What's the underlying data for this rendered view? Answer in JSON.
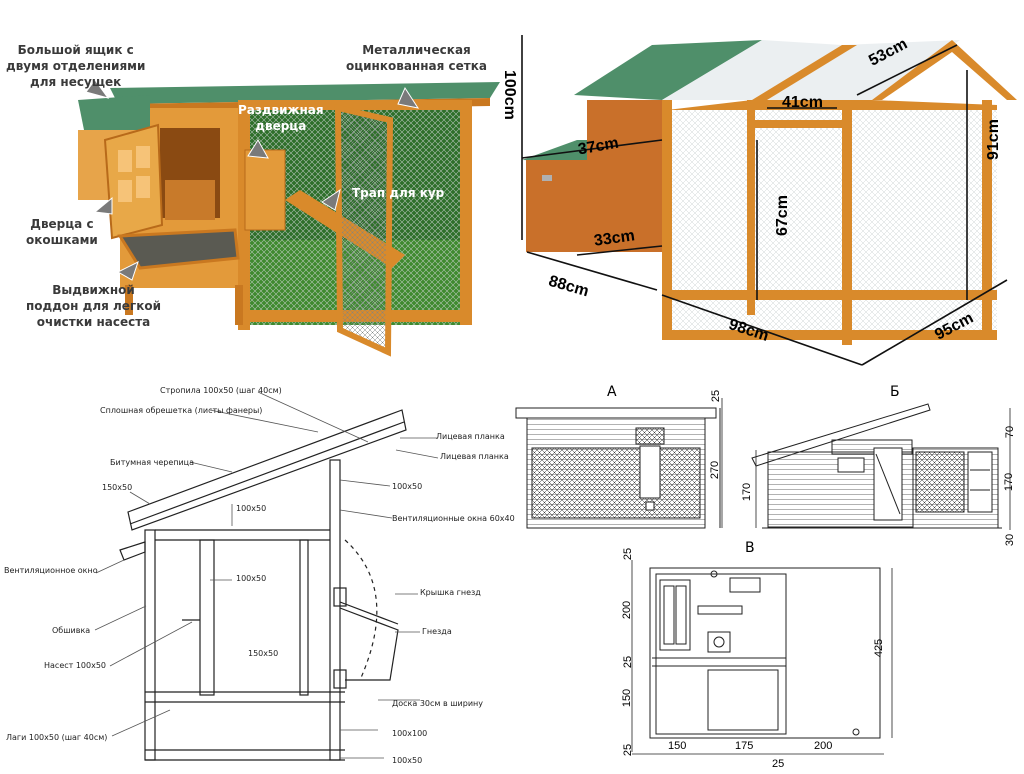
{
  "photo_coop": {
    "labels": {
      "nest_box": [
        "Большой ящик с",
        "двумя отделениями",
        "для несущек"
      ],
      "mesh": [
        "Металлическая",
        "оцинкованная сетка"
      ],
      "sliding_door": [
        "Раздвижная",
        "дверца"
      ],
      "ramp": "Трап для кур",
      "window_door": [
        "Дверца с",
        "окошками"
      ],
      "tray": [
        "Выдвижной",
        "поддон для легкой",
        "очистки насеста"
      ]
    }
  },
  "dims_coop": {
    "d100": "100cm",
    "d53": "53cm",
    "d41": "41cm",
    "d91": "91cm",
    "d37": "37cm",
    "d67": "67cm",
    "d33": "33cm",
    "d88": "88cm",
    "d98": "98cm",
    "d95": "95cm"
  },
  "section": {
    "labels": {
      "rafters": "Стропила 100х50 (шаг 40см)",
      "sheathing": "Сплошная обрешетка (листы фанеры)",
      "face_board_1": "Лицевая планка",
      "face_board_2": "Лицевая планка",
      "shingles": "Битумная черепица",
      "b150x50": "150х50",
      "top_100x50": "100х50",
      "right_100x50": "100х50",
      "vent_windows": "Вентиляционные окна 60х40",
      "mid_100x50": "100х50",
      "vent_window": "Вентиляционное окно",
      "nest_lid": "Крышка гнезд",
      "cladding": "Обшивка",
      "nests": "Гнезда",
      "perch": "Насест 100х50",
      "center_150x50": "150х50",
      "board30": "Доска 30см в ширину",
      "joists": "Лаги 100х50 (шаг 40см)",
      "b100x100": "100х100",
      "bottom_100x50": "100х50"
    }
  },
  "elev_a": {
    "title": "А",
    "d25": "25",
    "d270": "270"
  },
  "elev_b": {
    "title": "Б",
    "d70": "70",
    "d170_left": "170",
    "d170_right": "170",
    "d30": "30"
  },
  "plan_v": {
    "title": "В",
    "left_dims": [
      "25",
      "200",
      "25",
      "150",
      "25"
    ],
    "right_dim": "425",
    "bottom_dims": [
      "150",
      "175",
      "200"
    ],
    "bottom_25": "25"
  },
  "colors": {
    "wood": "#d98a2b",
    "wood_dark": "#b86a1a",
    "roof_green": "#4f8f6a",
    "grass": "#3f8a2f",
    "mesh": "#9aa0a0",
    "label_gray": "#3a3a3a"
  }
}
